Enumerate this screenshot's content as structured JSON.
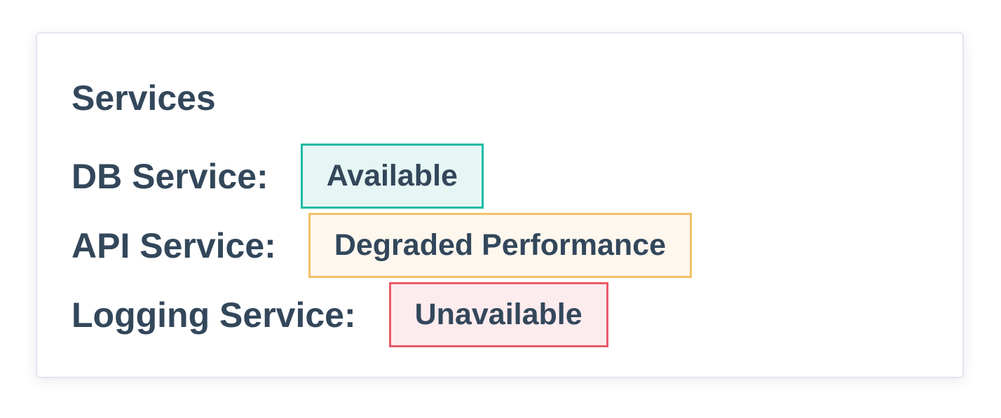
{
  "panel": {
    "title": "Services"
  },
  "services": [
    {
      "label": "DB Service:",
      "status": "Available",
      "border_color": "#19bca5",
      "fill_color": "#e6f6f4"
    },
    {
      "label": "API Service:",
      "status": "Degraded Performance",
      "border_color": "#f2c066",
      "fill_color": "#fdf7ee"
    },
    {
      "label": "Logging Service:",
      "status": "Unavailable",
      "border_color": "#ea5a68",
      "fill_color": "#fdecee"
    }
  ]
}
